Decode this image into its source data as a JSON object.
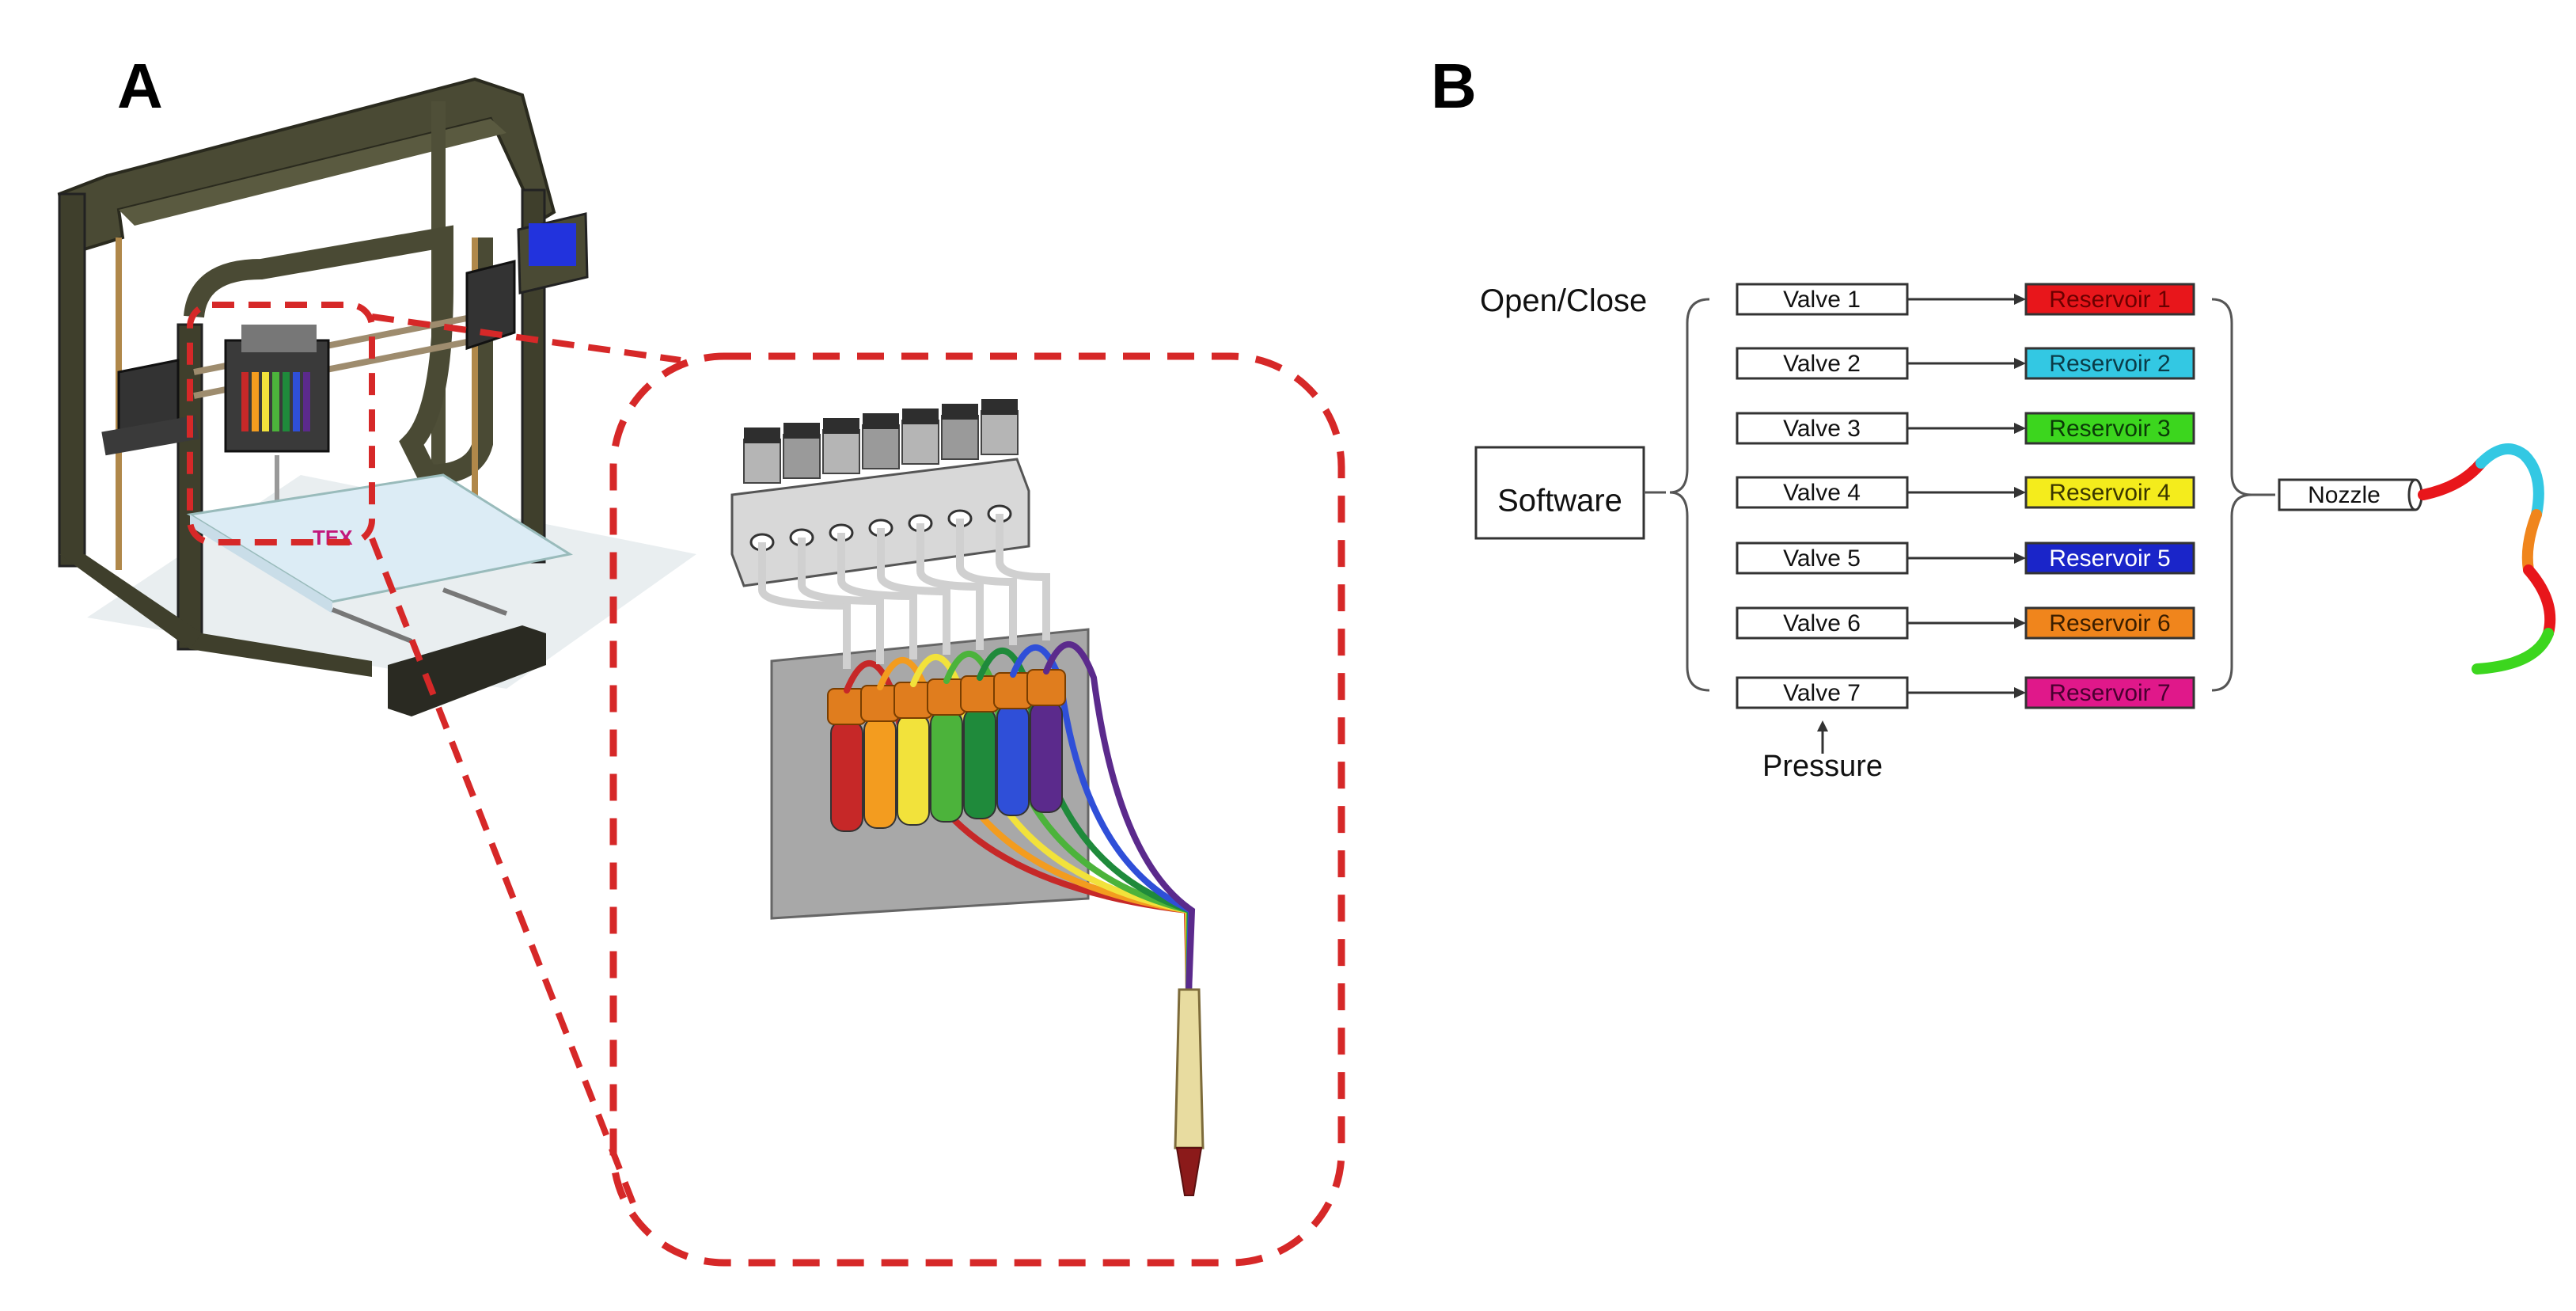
{
  "panels": {
    "a_label": "A",
    "b_label": "B"
  },
  "diagram_b": {
    "software": "Software",
    "open_close": "Open/Close",
    "pressure": "Pressure",
    "nozzle": "Nozzle",
    "valves": [
      "Valve 1",
      "Valve 2",
      "Valve 3",
      "Valve 4",
      "Valve 5",
      "Valve 6",
      "Valve 7"
    ],
    "reservoirs": [
      {
        "label": "Reservoir 1",
        "fill": "#e8161b",
        "text": "#6b0000"
      },
      {
        "label": "Reservoir 2",
        "fill": "#33c8e3",
        "text": "#0b3b47"
      },
      {
        "label": "Reservoir 3",
        "fill": "#3cd61e",
        "text": "#0b3b08"
      },
      {
        "label": "Reservoir 4",
        "fill": "#f4ec1c",
        "text": "#3a3600"
      },
      {
        "label": "Reservoir 5",
        "fill": "#1a25c9",
        "text": "#ffffff"
      },
      {
        "label": "Reservoir 6",
        "fill": "#f0851c",
        "text": "#3a1e00"
      },
      {
        "label": "Reservoir 7",
        "fill": "#e0188a",
        "text": "#4a0030"
      }
    ],
    "filament_colors": [
      "#e8161b",
      "#33c8e3",
      "#f0851c",
      "#e8161b",
      "#3cd61e"
    ]
  },
  "tube_colors": [
    "#c62828",
    "#f39c1f",
    "#f2e23b",
    "#4cb33b",
    "#1f8a3b",
    "#2f4fd8",
    "#5b2a8c"
  ]
}
